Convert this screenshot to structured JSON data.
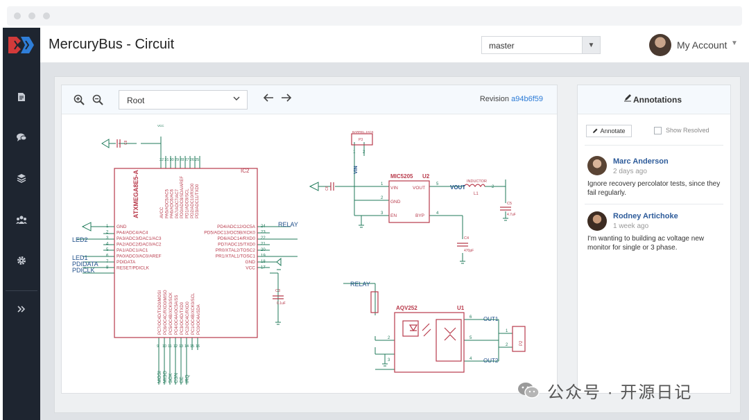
{
  "app": {
    "title": "MercuryBus - Circuit"
  },
  "header": {
    "branch_value": "master",
    "account_label": "My Account"
  },
  "sidebar": {
    "items": [
      {
        "icon": "file-icon"
      },
      {
        "icon": "chat-icon"
      },
      {
        "icon": "layers-icon"
      },
      {
        "icon": "users-icon"
      },
      {
        "icon": "gear-icon"
      },
      {
        "icon": "expand-icon"
      }
    ]
  },
  "editor": {
    "root_value": "Root",
    "revision_label": "Revision",
    "revision_id": "a94b6f59"
  },
  "annotations": {
    "title": "Annotations",
    "annotate_label": "Annotate",
    "show_resolved_label": "Show Resolved",
    "items": [
      {
        "author": "Marc Anderson",
        "time": "2 days ago",
        "text": "Ignore recovery percolator tests, since they fail regularly."
      },
      {
        "author": "Rodney Artichoke",
        "time": "1 week ago",
        "text": "I'm wanting to building ac voltage new monitor for single or 3 phase."
      }
    ]
  },
  "schematic": {
    "ic2": {
      "ref": "IC2",
      "name": "ATXMEGA8E5-A",
      "left_pins": [
        "GND",
        "PA4/ADC4/AC4",
        "PA3/ADC3/DAC1/AC3",
        "PA2/ADC2/DAC0/AC2",
        "PA1/ADC1/AC1",
        "PA0/ADC0/AC0/AREF",
        "PDIDATA",
        "RESET/PDICLK"
      ],
      "left_nums": [
        "1",
        "2",
        "3",
        "4",
        "5",
        "6",
        "7",
        "8"
      ],
      "right_pins": [
        "PD4/ADC12/OC5A",
        "PD5/ADC13/OC5B/XCK0",
        "PD6/ADC14/RXD0",
        "PD7/ADC15/TXD0",
        "PR0/XTAL2/TOSC2",
        "PR1/XTAL1/TOSC1",
        "GND",
        "VCC"
      ],
      "right_nums": [
        "24",
        "23",
        "22",
        "21",
        "20",
        "19",
        "18",
        "17"
      ],
      "top_pins": [
        "AVCC",
        "PA5/ADC5/AC5",
        "PA6/ADC6/AC6",
        "PA7/ADC7/AC7",
        "PD0/ADC8/SDA/AREF",
        "PD1/ADC9/SCL",
        "PD2/ADC10/RXD0",
        "PD3/ADC11/TXD0"
      ],
      "top_nums": [
        "32",
        "31",
        "30",
        "29",
        "28",
        "27",
        "26",
        "25"
      ],
      "bottom_pins": [
        "PC7/OC4D/TXD0/MOSI",
        "PC6/OC4C/RXD0/MISO",
        "PC5/OC4B/XCK0/SCK",
        "PC4/OC4A/OC5A/SS",
        "PC3/OC4D/TXD0",
        "PC2/OC4C/RXD0",
        "PC1/OC4B/XCK0/SCL",
        "PC0/OC4A/SDA"
      ],
      "bottom_nums": [
        "9",
        "10",
        "11",
        "12",
        "13",
        "14",
        "15",
        "16"
      ]
    },
    "net_labels": {
      "led2": "LED2",
      "led1": "LED1",
      "pdidata": "PDIDATA",
      "pdiclk": "PDICLK",
      "relay": "RELAY",
      "relay2": "RELAY",
      "vin": "VIN",
      "vout": "VOUT",
      "out1": "OUT1",
      "out2": "OUT2"
    },
    "bottom_nets": [
      "MOSI",
      "MISO",
      "SCK",
      "CSN",
      "CE",
      "IRQ"
    ],
    "u2": {
      "ref": "U2",
      "name": "MIC5205",
      "pins": [
        "VIN",
        "GND",
        "EN",
        "VOUT",
        "BYP"
      ],
      "nums": [
        "1",
        "2",
        "3",
        "5",
        "4"
      ]
    },
    "u1": {
      "ref": "U1",
      "name": "AQV252",
      "nums": [
        "6",
        "2",
        "3",
        "5",
        "4"
      ]
    },
    "l1": {
      "ref": "L1",
      "name": "INDUCTOR",
      "pin": "2"
    },
    "p3": {
      "ref": "P3",
      "name": "BARREL JACK",
      "nums": [
        "1",
        "2"
      ]
    },
    "p2": {
      "ref": "P2",
      "nums": [
        "1",
        "2"
      ]
    },
    "caps": {
      "c8": "C8",
      "c3": "C3",
      "c4": "C4",
      "c5": "C5",
      "c6": "C6",
      "c3_val": "0.1uF",
      "c4_val": "470pF",
      "c5_val": "4.7uF"
    },
    "pwr": {
      "vcc": "VCC"
    }
  },
  "watermark": {
    "text": "公众号 · 开源日记"
  },
  "colors": {
    "schematic_green": "#1f7a5a",
    "schematic_red": "#b83a4b",
    "sidebar_bg": "#1e2530",
    "link": "#2a7ad6"
  }
}
